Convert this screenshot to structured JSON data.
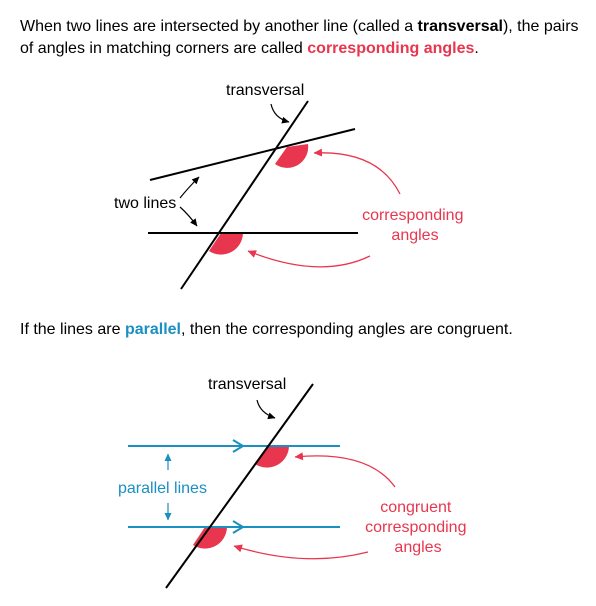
{
  "intro": {
    "part1": "When two lines are intersected by another line (called a ",
    "bold": "transversal",
    "part2": "), the pairs of angles in matching corners are called ",
    "highlight": "corresponding angles",
    "part3": "."
  },
  "diagram1": {
    "transversal_label": "transversal",
    "lines_label": "two lines",
    "angles_label_line1": "corresponding",
    "angles_label_line2": "angles"
  },
  "middle": {
    "part1": "If the lines are ",
    "highlight": "parallel",
    "part2": ", then the corresponding angles are congruent."
  },
  "diagram2": {
    "transversal_label": "transversal",
    "lines_label": "parallel lines",
    "angles_label_line1": "congruent",
    "angles_label_line2": "corresponding",
    "angles_label_line3": "angles"
  },
  "colors": {
    "angle_fill": "#e8364e",
    "label_red": "#e8364e",
    "parallel_blue": "#1a8fc2",
    "line_black": "#000000"
  }
}
